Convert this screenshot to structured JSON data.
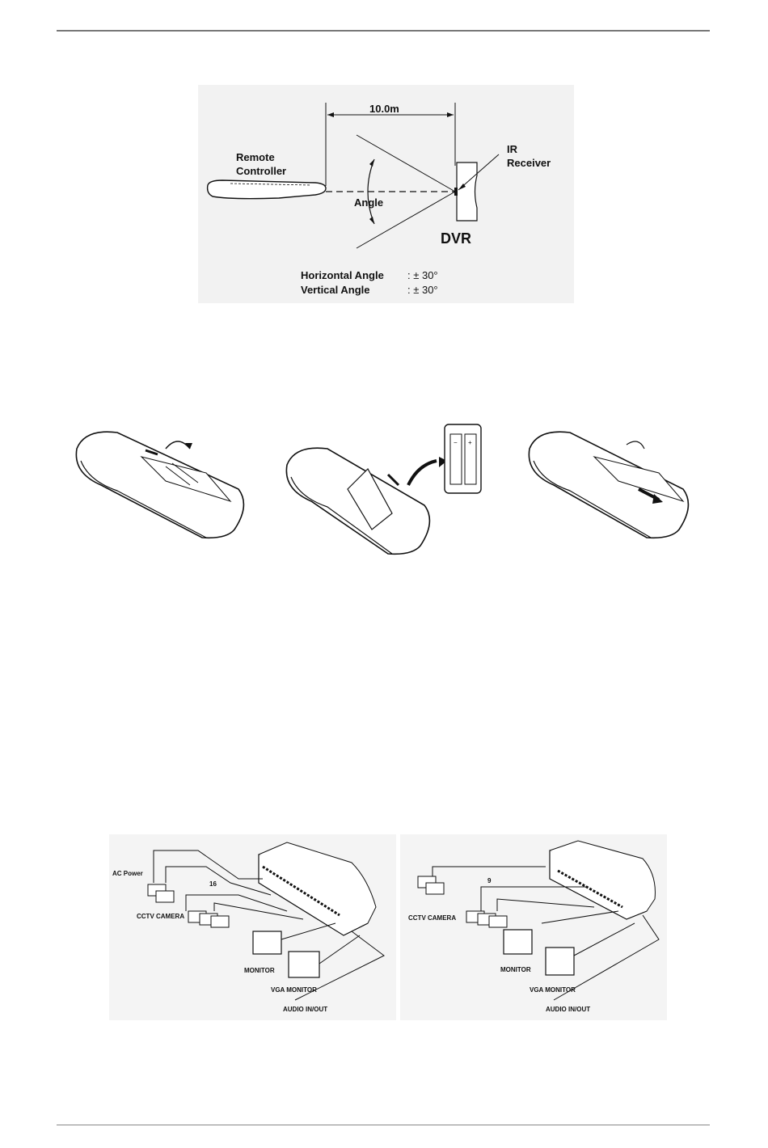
{
  "range_diagram": {
    "distance": "10.0m",
    "remote_label_line1": "Remote",
    "remote_label_line2": "Controller",
    "ir_label_line1": "IR",
    "ir_label_line2": "Receiver",
    "angle_label": "Angle",
    "dvr_label": "DVR",
    "spec_horizontal_label": "Horizontal Angle",
    "spec_horizontal_value": ": ± 30°",
    "spec_vertical_label": "Vertical Angle",
    "spec_vertical_value": ": ± 30°"
  },
  "battery_steps": [
    {
      "battery_polarity_plus": "+",
      "battery_polarity_minus": "−"
    }
  ],
  "connection_16ch": {
    "ac_power": "AC Power",
    "camera_count": "16",
    "cctv_camera": "CCTV CAMERA",
    "monitor": "MONITOR",
    "vga_monitor": "VGA MONITOR",
    "audio": "AUDIO IN/OUT"
  },
  "connection_9ch": {
    "camera_count": "9",
    "cctv_camera": "CCTV CAMERA",
    "monitor": "MONITOR",
    "vga_monitor": "VGA MONITOR",
    "audio": "AUDIO IN/OUT"
  },
  "colors": {
    "line": "#111111",
    "rule": "#777777"
  }
}
